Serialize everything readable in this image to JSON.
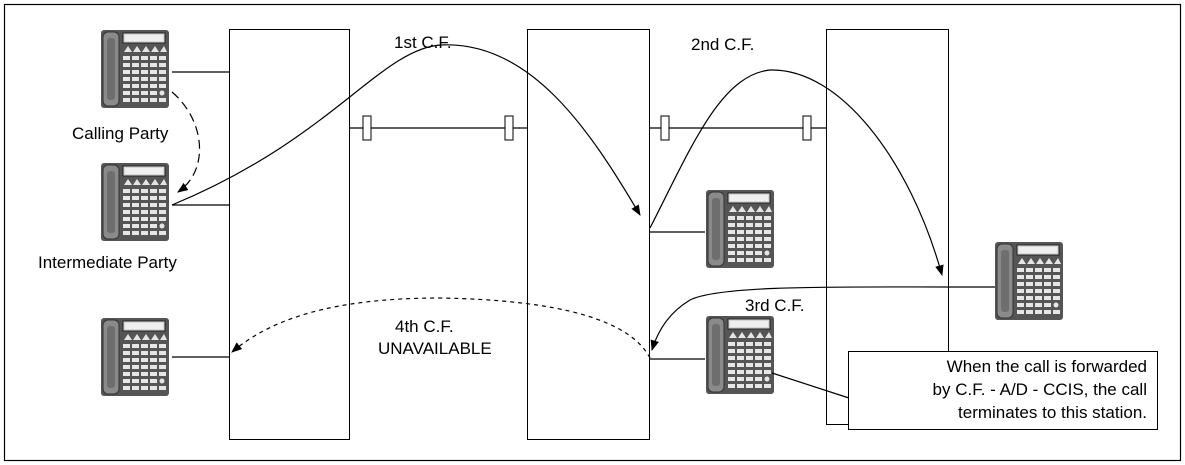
{
  "labels": {
    "calling_party": "Calling Party",
    "intermediate_party": "Intermediate Party",
    "cf1": "1st C.F.",
    "cf2": "2nd C.F.",
    "cf3": "3rd C.F.",
    "cf4_line1": "4th C.F.",
    "cf4_line2": "UNAVAILABLE"
  },
  "callout": {
    "line1": "When the call is forwarded",
    "line2": "by C.F. - A/D - CCIS, the call",
    "line3": "terminates to this station."
  },
  "icons": {
    "telephone": "telephone-icon"
  }
}
